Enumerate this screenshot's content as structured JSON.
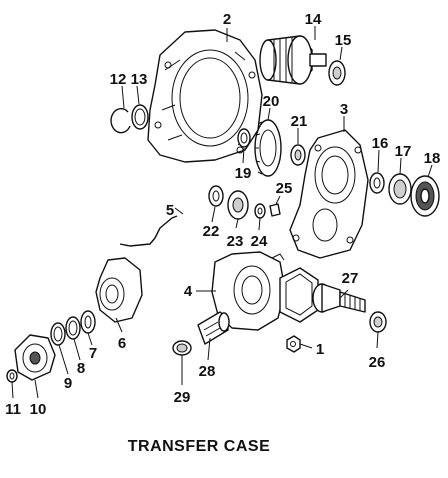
{
  "title": "TRANSFER CASE",
  "callouts": {
    "c1": "1",
    "c2": "2",
    "c3": "3",
    "c4": "4",
    "c5": "5",
    "c6": "6",
    "c7": "7",
    "c8": "8",
    "c9": "9",
    "c10": "10",
    "c11": "11",
    "c12": "12",
    "c13": "13",
    "c14": "14",
    "c15": "15",
    "c16": "16",
    "c17": "17",
    "c18": "18",
    "c19": "19",
    "c20": "20",
    "c21": "21",
    "c22": "22",
    "c23": "23",
    "c24": "24",
    "c25": "25",
    "c26": "26",
    "c27": "27",
    "c28": "28",
    "c29": "29"
  }
}
